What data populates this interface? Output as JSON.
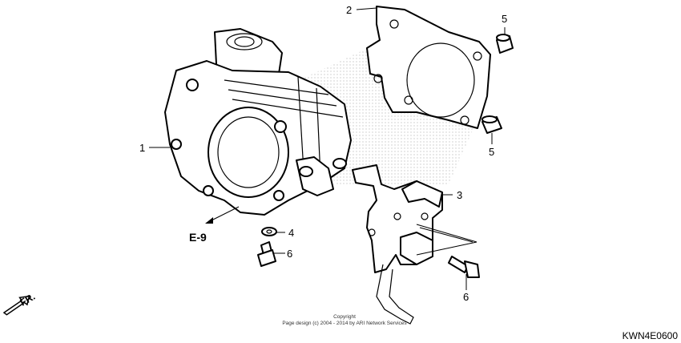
{
  "callouts": {
    "p1": "1",
    "p2": "2",
    "p3": "3",
    "p4": "4",
    "p5a": "5",
    "p5b": "5",
    "p6a": "6",
    "p6b": "6"
  },
  "reference": "E-9",
  "direction": "FR.",
  "copyright": {
    "line1": "Copyright",
    "line2": "Page design (c) 2004 - 2014 by ARI Network Services"
  },
  "diagram_code": "KWN4E0600",
  "colors": {
    "line": "#000000",
    "watermark": "#c8c8c8",
    "background": "#ffffff"
  }
}
